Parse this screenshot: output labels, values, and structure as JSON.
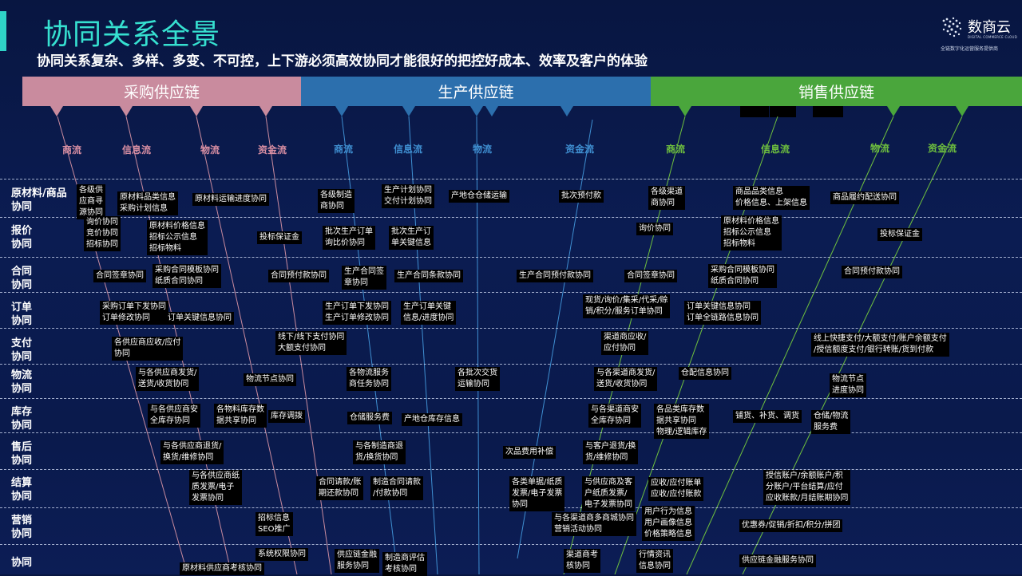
{
  "header": {
    "title": "协同关系全景",
    "subtitle": "协同关系复杂、多样、多变、不可控，上下游必须高效协同才能很好的把控好成本、效率及客户的体验"
  },
  "logo": {
    "name": "数商云",
    "en": "DIGITAL COMMERCE CLOUD",
    "tagline": "全链数字化运营服务提供商"
  },
  "colors": {
    "title": "#36e0d0",
    "purchase": "#c98b9e",
    "production": "#2c6fad",
    "sales": "#4aa63c"
  },
  "chains": {
    "purchase": "采购供应链",
    "production": "生产供应链",
    "sales": "销售供应链"
  },
  "flows": {
    "purchase": [
      "商流",
      "信息流",
      "物流",
      "资金流"
    ],
    "production": [
      "商流",
      "信息流",
      "物流",
      "资金流"
    ],
    "sales": [
      "商流",
      "信息流",
      "物流",
      "资金流"
    ]
  },
  "rows": [
    "原材料/商品\n协同",
    "报价\n协同",
    "合同\n协同",
    "订单\n协同",
    "支付\n协同",
    "物流\n协同",
    "库存\n协同",
    "售后\n协同",
    "结算\n协同",
    "营销\n协同",
    "协同"
  ],
  "cells": [
    "各级供\n应商寻\n源协同",
    "原材料品类信息\n采购计划信息",
    "原材料运输进度协同",
    "各级制造\n商协同",
    "生产计划协同\n交付计划协同",
    "产地仓仓储运输",
    "批次预付款",
    "各级渠道\n商协同",
    "商品品类信息\n价格信息、上架信息",
    "商品履约配送协同",
    "询价协同\n竞价协同\n招标协同",
    "原材料价格信息\n招标公示信息\n招标物料",
    "投标保证金",
    "批次生产订单\n询比价协同",
    "批次生产订\n单关键信息",
    "询价协同",
    "原材料价格信息\n招标公示信息\n招标物料",
    "投标保证金",
    "合同签章协同",
    "采购合同模板协同\n纸质合同协同",
    "合同预付款协同",
    "生产合同签\n章协同",
    "生产合同条款协同",
    "生产合同预付款协同",
    "合同签章协同",
    "采购合同模板协同\n纸质合同协同",
    "合同预付款协同",
    "采购订单下发协同\n订单修改协同",
    "订单关键信息协同",
    "生产订单下发协同\n生产订单修改协同",
    "生产订单关键\n信息/进度协同",
    "现货/询价/集采/代采/赊\n销/积分/服务订单协同",
    "订单关键信息协同\n订单全链路信息协同",
    "各供应商应收/应付\n协同",
    "线下/线下支付协同\n大额支付协同",
    "渠道商应收/\n应付协同",
    "线上快捷支付/大额支付/账户余额支付\n/授信额度支付/银行转账/货到付款",
    "与各供应商发货/\n送货/收货协同",
    "物流节点协同",
    "各物流服务\n商任务协同",
    "各批次交货\n运输协同",
    "与各渠道商发货/\n送货/收货协同",
    "仓配信息协同",
    "物流节点\n进度协同",
    "与各供应商安\n全库存协同",
    "各物料库存数\n据共享协同",
    "库存调拨",
    "仓储服务费",
    "产地仓库存信息",
    "与各渠道商安\n全库存协同",
    "各品类库存数\n据共享协同\n物理/逻辑库存",
    "铺货、补货、调货",
    "仓储/物流\n服务费",
    "与各供应商退货/\n换货/维修协同",
    "与各制造商退\n货/换货协同",
    "次品费用补偿",
    "与客户退货/换\n货/维修协同",
    "与各供应商纸\n质发票/电子\n发票协同",
    "合同请款/账\n期还款协同",
    "制造合同请款\n/付款协同",
    "各类单据/纸质\n发票/电子发票\n协同",
    "与供应商及客\n户纸质发票/\n电子发票协同",
    "应收/应付账单\n应收/应付账款",
    "授信账户/余额账户/积\n分账户/平台结算/应付\n应收账款/月结账期协同",
    "招标信息\nSEO推广",
    "与各渠道商多商城协同\n营销活动协同",
    "用户行为信息\n用户画像信息\n价格策略信息",
    "优惠券/促销/折扣/积分/拼团",
    "系统权限协同",
    "原材料供应商考核协同",
    "供应链金融\n服务协同",
    "制造商评估\n考核协同",
    "渠道商考\n核协同",
    "行情资讯\n信息协同",
    "供应链金融服务协同"
  ]
}
